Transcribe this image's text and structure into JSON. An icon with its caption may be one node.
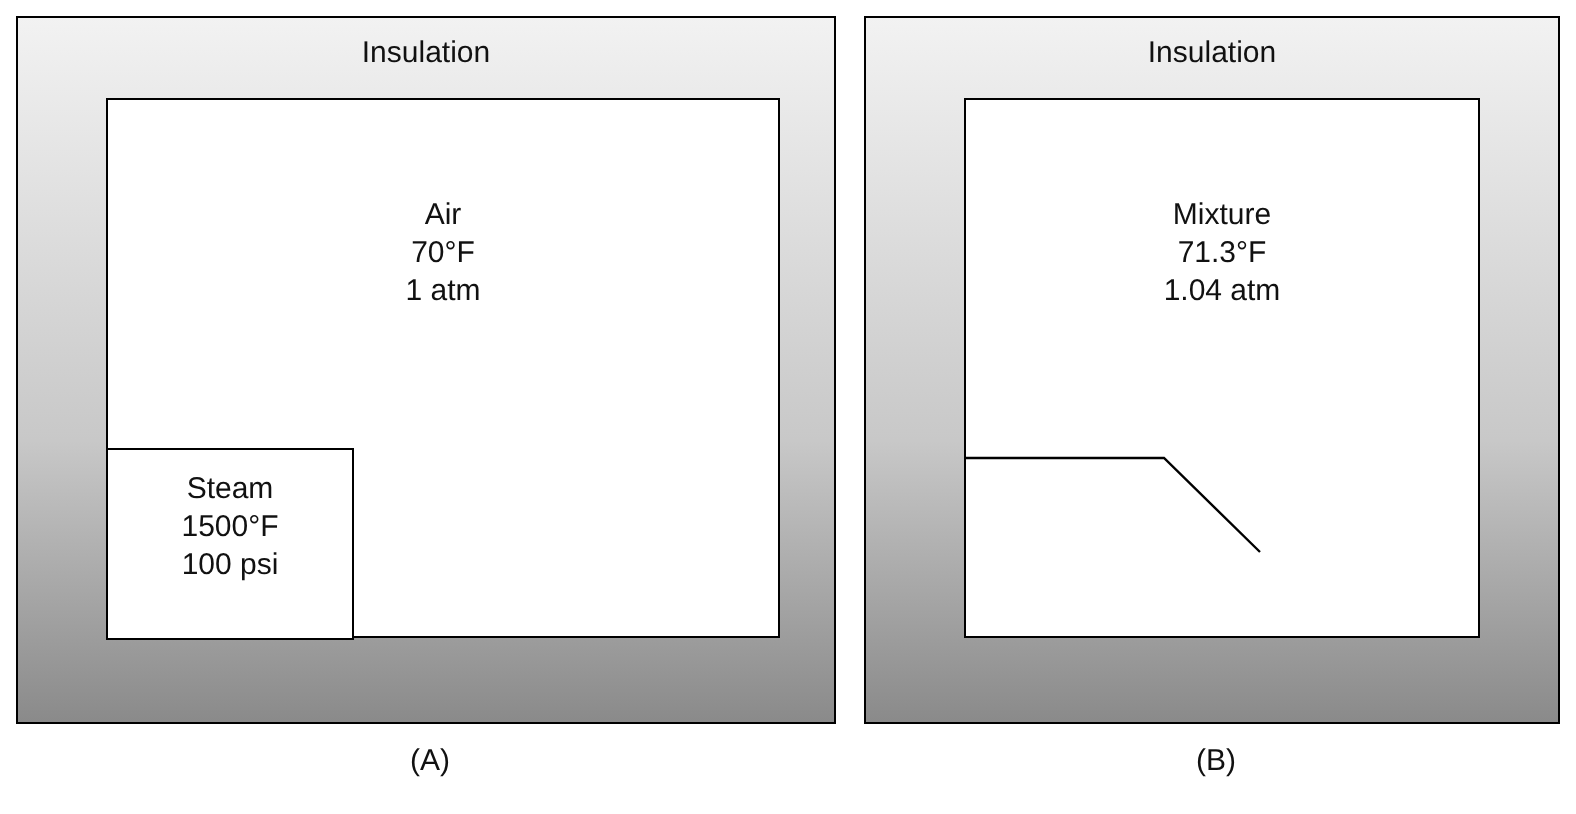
{
  "diagram": {
    "nodes": [
      {
        "text": [
          "Insulation"
        ],
        "beside": [
          "(A)"
        ]
      },
      {
        "text": [
          "Air",
          "70°F",
          "1 atm"
        ],
        "in": 0
      },
      {
        "text": [
          "Steam",
          "1500°F",
          "100 psi"
        ],
        "in": 1
      },
      {
        "text": [
          "Insulation"
        ],
        "beside": [
          "(B)"
        ]
      },
      {
        "text": [
          "Mixture",
          "71.3°F",
          "1.04 atm"
        ],
        "in": 3
      }
    ],
    "edges": []
  }
}
